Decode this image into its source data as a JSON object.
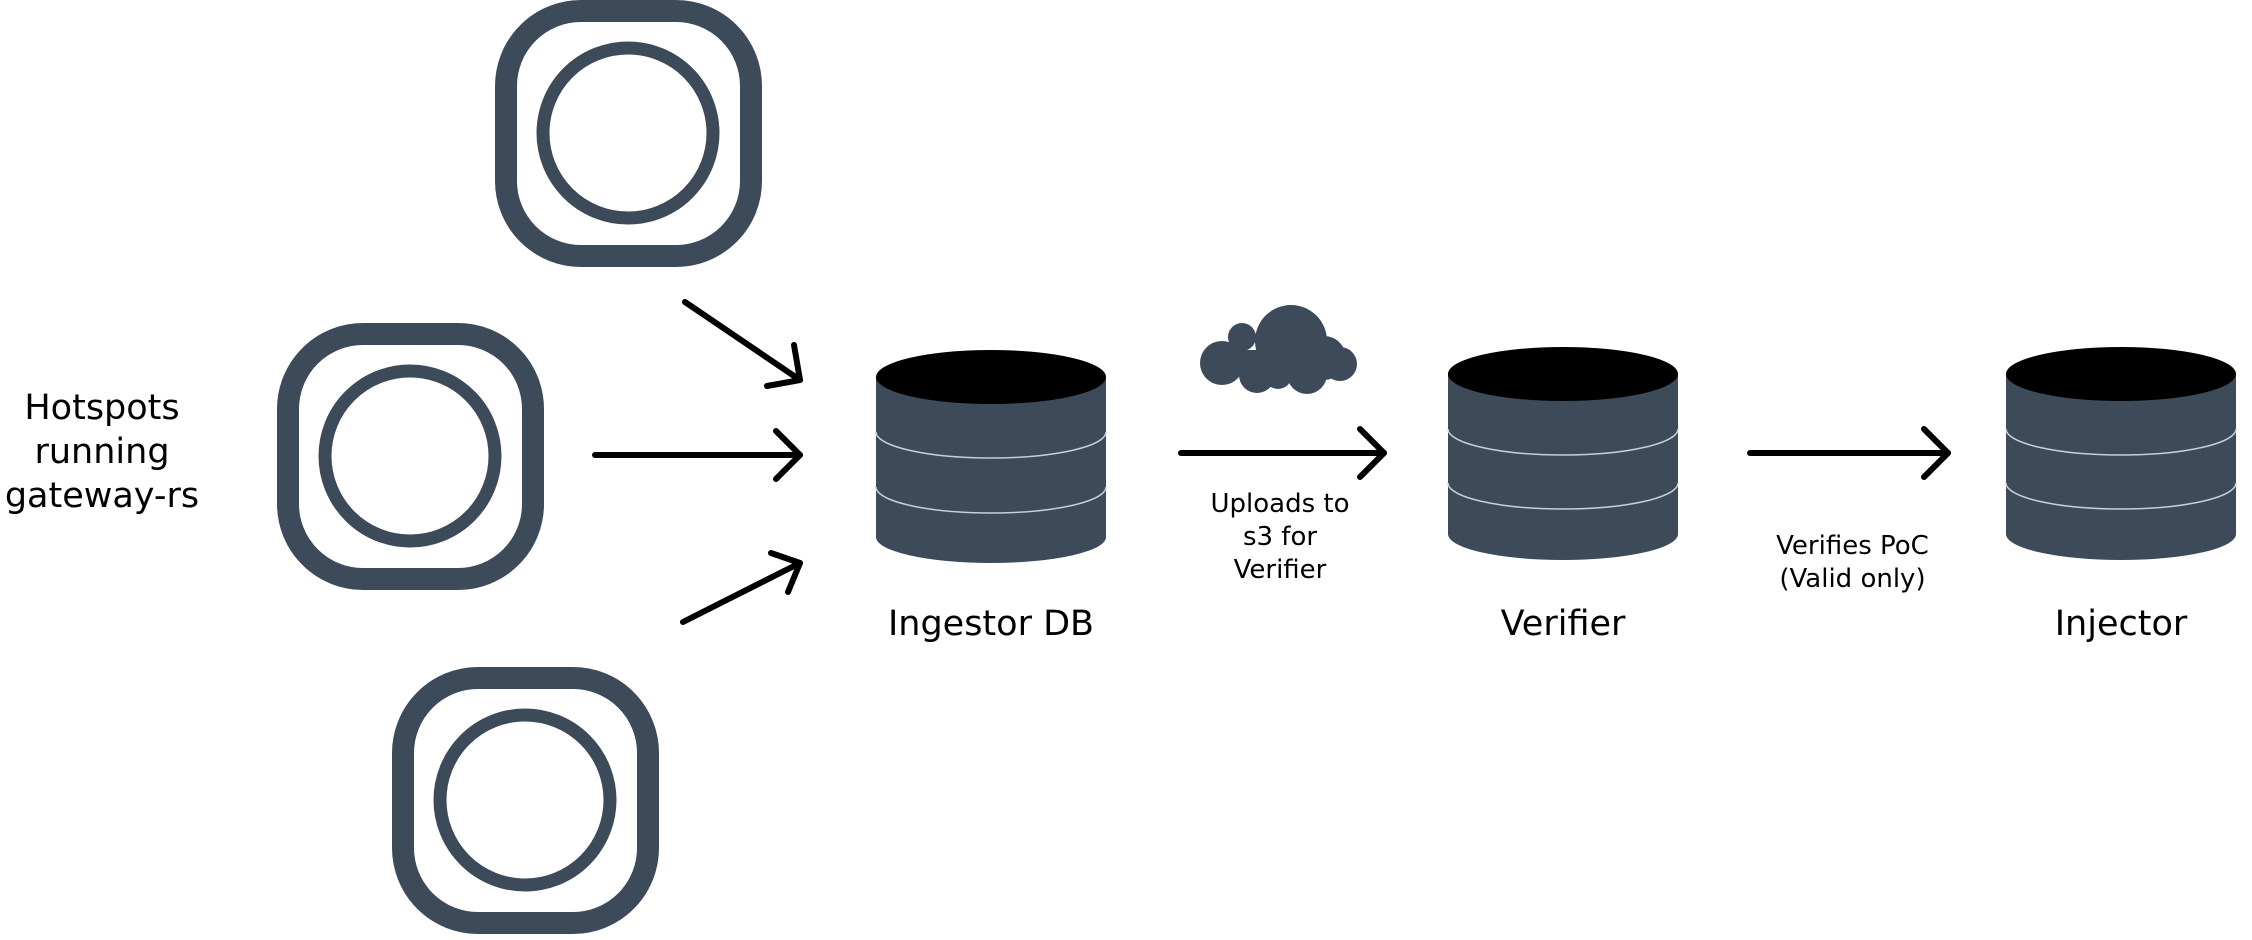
{
  "diagram": {
    "title": "Hotspot PoC data flow",
    "colors": {
      "shape": "#3d4a5a",
      "db_top": "#000000",
      "arrow": "#000000",
      "background": "#ffffff"
    },
    "source": {
      "label": "Hotspots\nrunning\ngateway-rs",
      "icon": "hotspot-icon",
      "count": 3
    },
    "nodes": [
      {
        "id": "ingestor",
        "label": "Ingestor DB",
        "icon": "database-icon"
      },
      {
        "id": "verifier",
        "label": "Verifier",
        "icon": "database-icon"
      },
      {
        "id": "injector",
        "label": "Injector",
        "icon": "database-icon"
      }
    ],
    "edges": [
      {
        "from": "hotspot-1",
        "to": "ingestor",
        "label": ""
      },
      {
        "from": "hotspot-2",
        "to": "ingestor",
        "label": ""
      },
      {
        "from": "hotspot-3",
        "to": "ingestor",
        "label": ""
      },
      {
        "from": "ingestor",
        "to": "verifier",
        "label": "Uploads to\ns3 for\nVerifier",
        "icon": "cloud-icon"
      },
      {
        "from": "verifier",
        "to": "injector",
        "label": "Verifies PoC\n(Valid only)"
      }
    ]
  }
}
